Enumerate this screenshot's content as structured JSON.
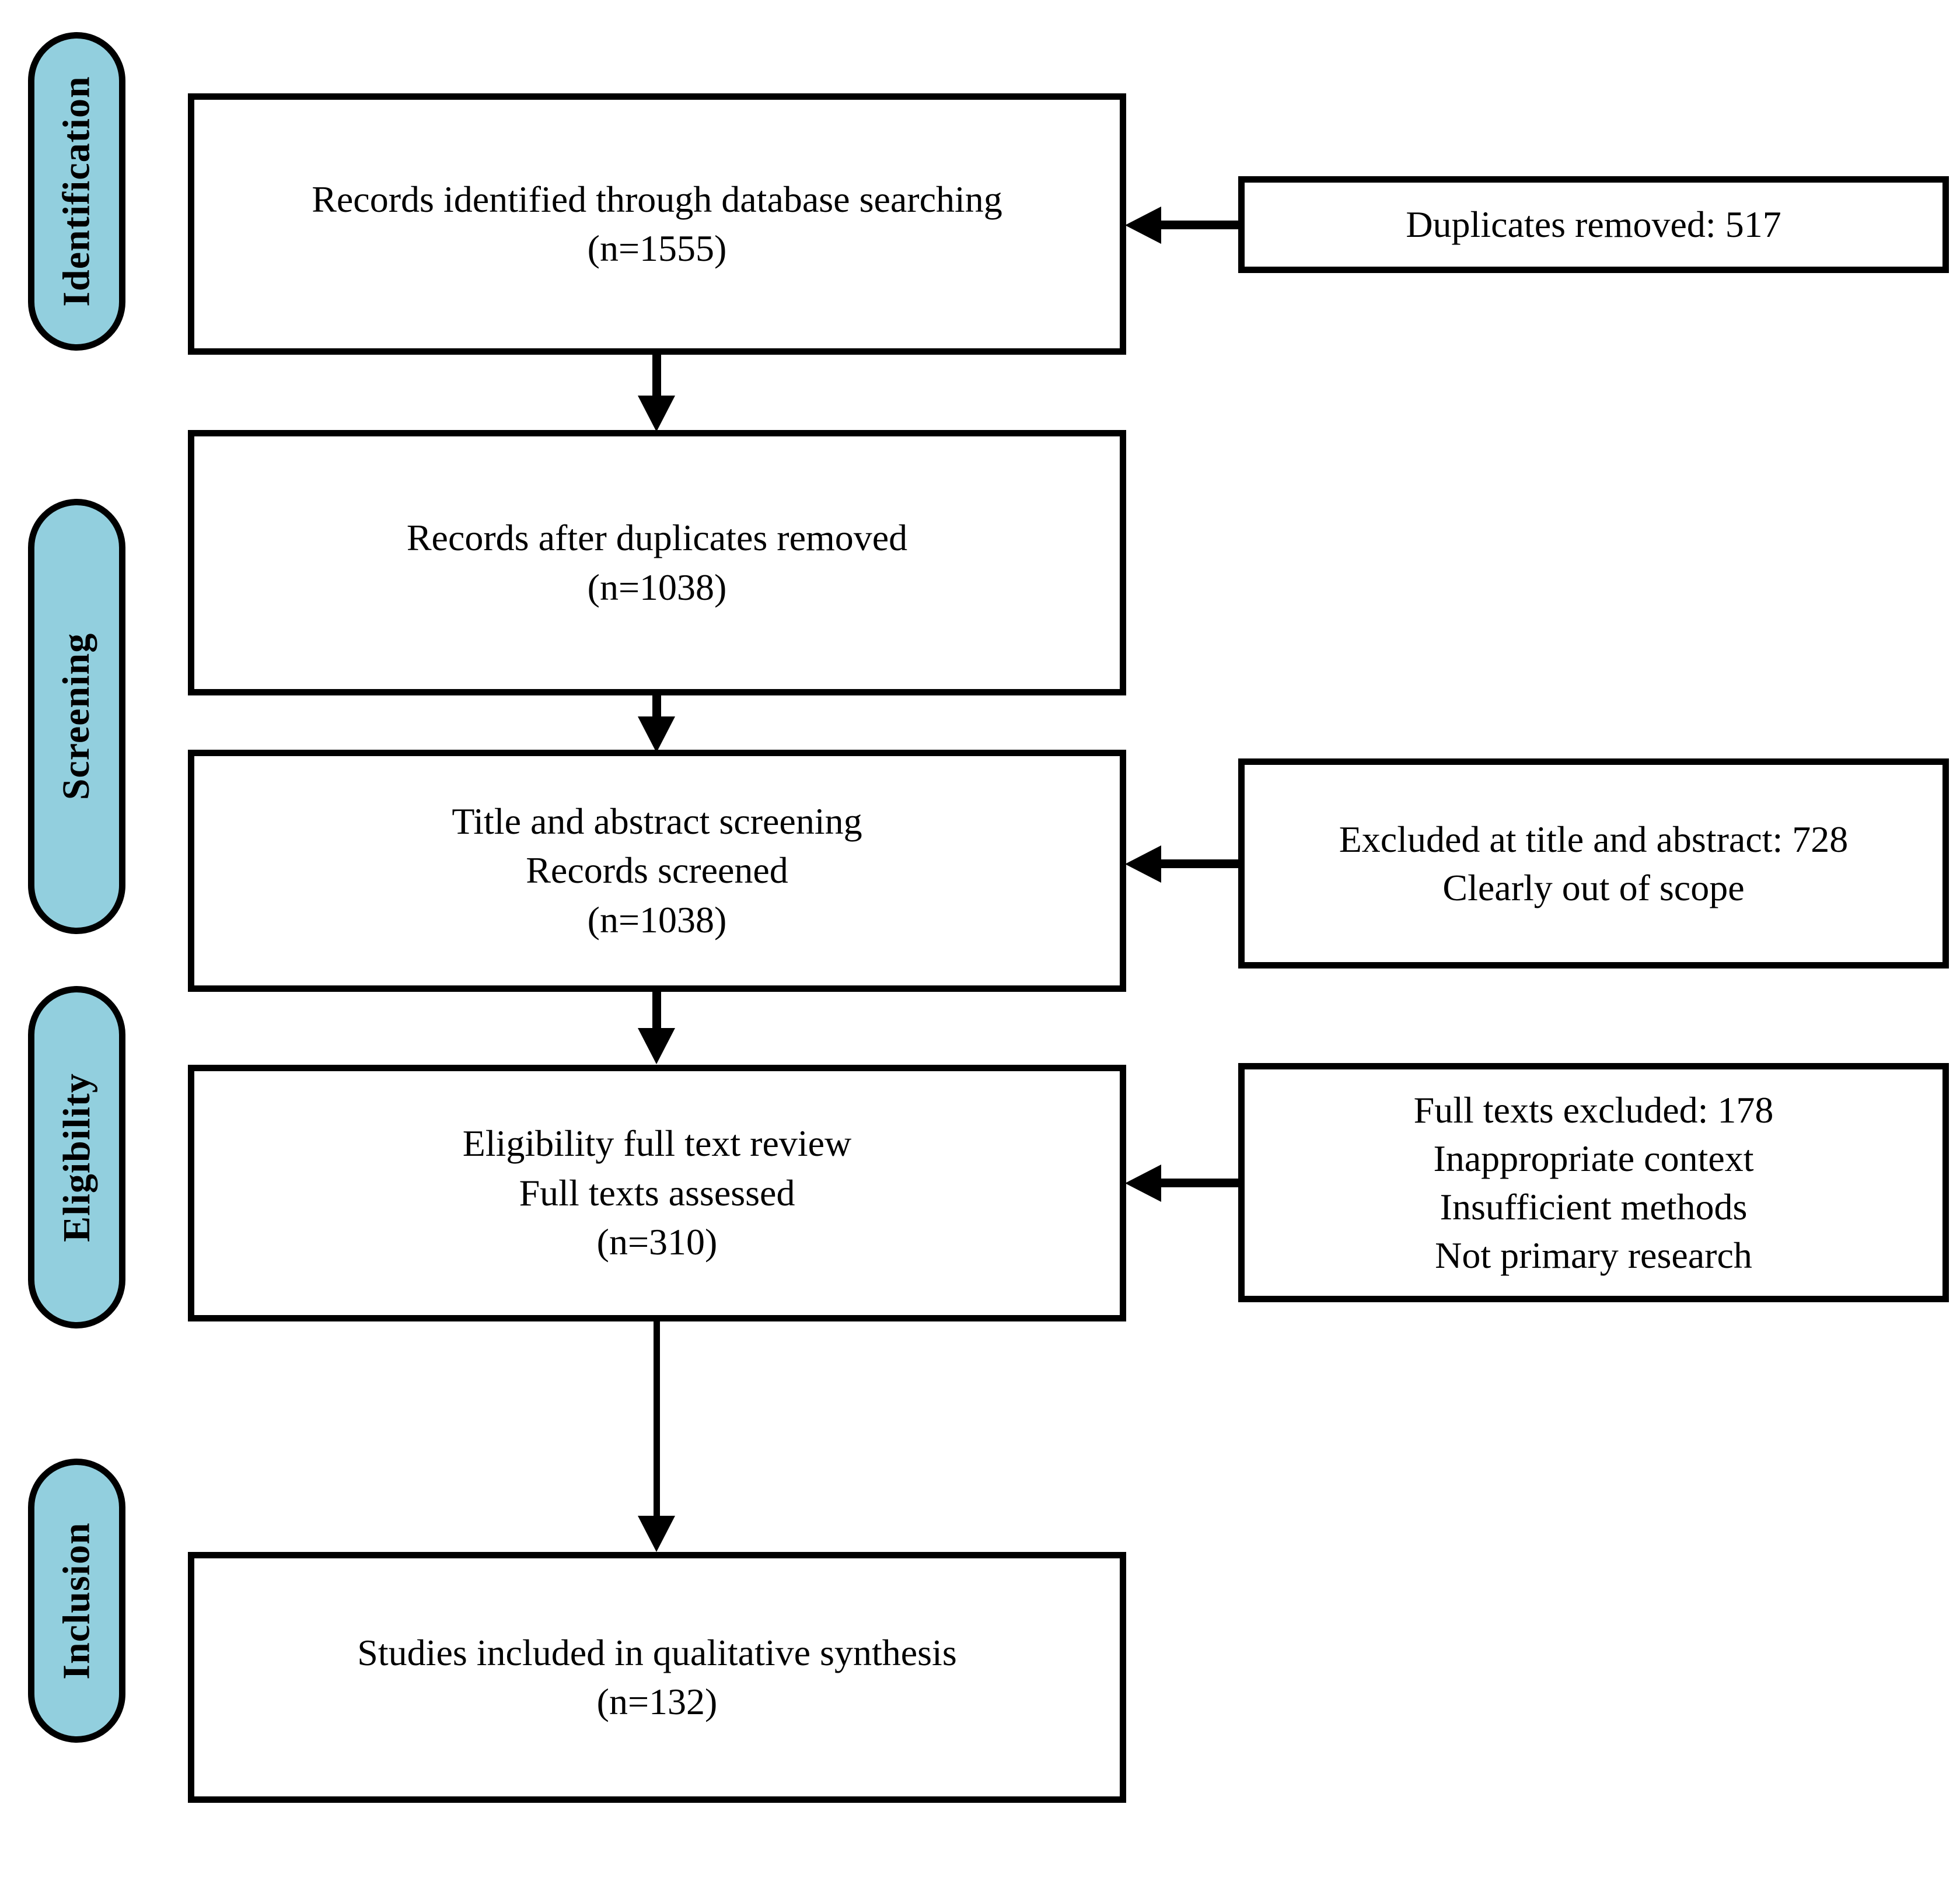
{
  "diagram": {
    "title": "PRISMA study selection flow diagram",
    "accent_color": "#92CFDE",
    "line_color": "#000000",
    "background_color": "#FFFFFF"
  },
  "stages": [
    {
      "label": "Identification"
    },
    {
      "label": "Screening"
    },
    {
      "label": "Eligibility"
    },
    {
      "label": "Inclusion"
    }
  ],
  "flow_boxes": [
    {
      "id": "records-identified",
      "lines": [
        "Records identified through database searching",
        "(n=1555)"
      ]
    },
    {
      "id": "records-after-duplicates",
      "lines": [
        "Records after duplicates removed",
        "(n=1038)"
      ]
    },
    {
      "id": "records-screened",
      "lines": [
        "Title and abstract screening",
        "Records screened",
        "(n=1038)"
      ]
    },
    {
      "id": "full-texts-assessed",
      "lines": [
        "Eligibility full text review",
        "Full texts assessed",
        "(n=310)"
      ]
    },
    {
      "id": "studies-included",
      "lines": [
        "Studies included in qualitative synthesis",
        "(n=132)"
      ]
    }
  ],
  "side_boxes": [
    {
      "id": "duplicates-removed",
      "lines": [
        "Duplicates removed: 517"
      ]
    },
    {
      "id": "excluded-title-abstract",
      "lines": [
        "Excluded at title and abstract: 728",
        "Clearly out of scope"
      ]
    },
    {
      "id": "full-texts-excluded",
      "lines": [
        "Full texts excluded: 178",
        "Inappropriate context",
        "Insufficient methods",
        "Not primary research"
      ]
    }
  ],
  "chart_data": {
    "type": "diagram",
    "title": "PRISMA flow diagram",
    "nodes": [
      {
        "stage": "Identification",
        "label": "Records identified through database searching",
        "n": 1555
      },
      {
        "stage": "Identification",
        "label": "Duplicates removed",
        "n": 517
      },
      {
        "stage": "Screening",
        "label": "Records after duplicates removed",
        "n": 1038
      },
      {
        "stage": "Screening",
        "label": "Title and abstract screening / Records screened",
        "n": 1038
      },
      {
        "stage": "Screening",
        "label": "Excluded at title and abstract (Clearly out of scope)",
        "n": 728
      },
      {
        "stage": "Eligibility",
        "label": "Eligibility full text review / Full texts assessed",
        "n": 310
      },
      {
        "stage": "Eligibility",
        "label": "Full texts excluded (Inappropriate context; Insufficient methods; Not primary research)",
        "n": 178
      },
      {
        "stage": "Inclusion",
        "label": "Studies included in qualitative synthesis",
        "n": 132
      }
    ]
  }
}
